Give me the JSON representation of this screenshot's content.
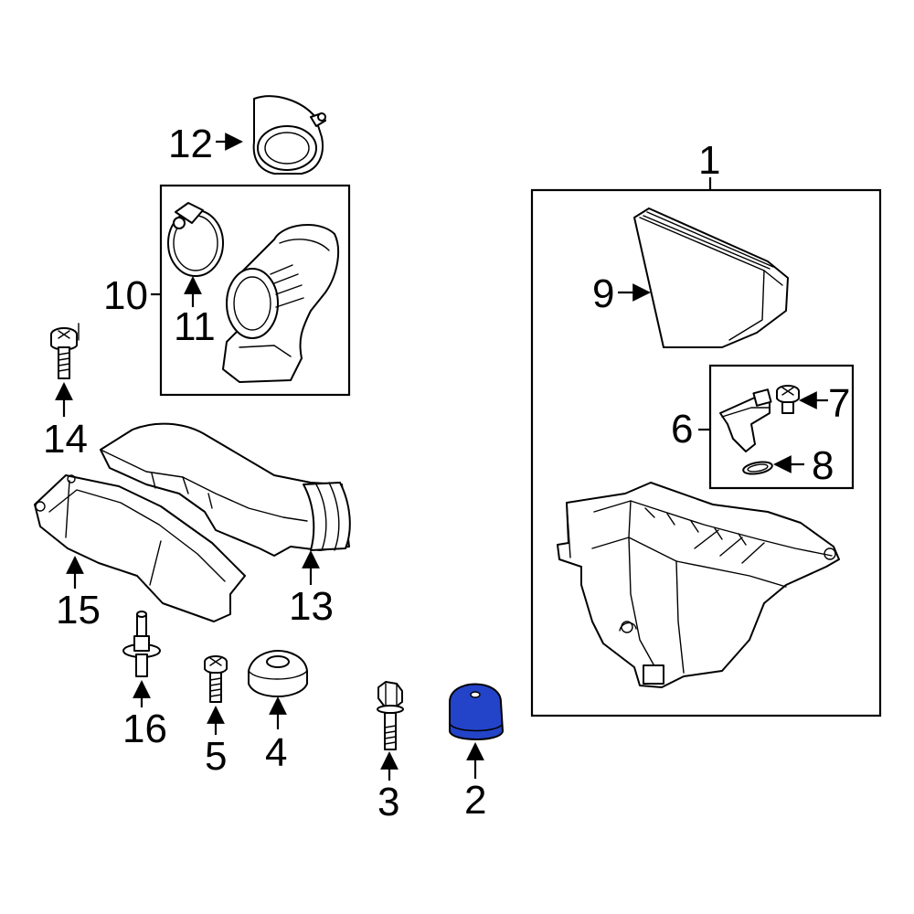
{
  "diagram": {
    "highlight_color": "#2344c8",
    "line_color": "#000000",
    "highlighted_part": "2",
    "callouts": [
      {
        "id": "1",
        "label": "1"
      },
      {
        "id": "2",
        "label": "2"
      },
      {
        "id": "3",
        "label": "3"
      },
      {
        "id": "4",
        "label": "4"
      },
      {
        "id": "5",
        "label": "5"
      },
      {
        "id": "6",
        "label": "6"
      },
      {
        "id": "7",
        "label": "7"
      },
      {
        "id": "8",
        "label": "8"
      },
      {
        "id": "9",
        "label": "9"
      },
      {
        "id": "10",
        "label": "10"
      },
      {
        "id": "11",
        "label": "11"
      },
      {
        "id": "12",
        "label": "12"
      },
      {
        "id": "13",
        "label": "13"
      },
      {
        "id": "14",
        "label": "14"
      },
      {
        "id": "15",
        "label": "15"
      },
      {
        "id": "16",
        "label": "16"
      }
    ]
  }
}
